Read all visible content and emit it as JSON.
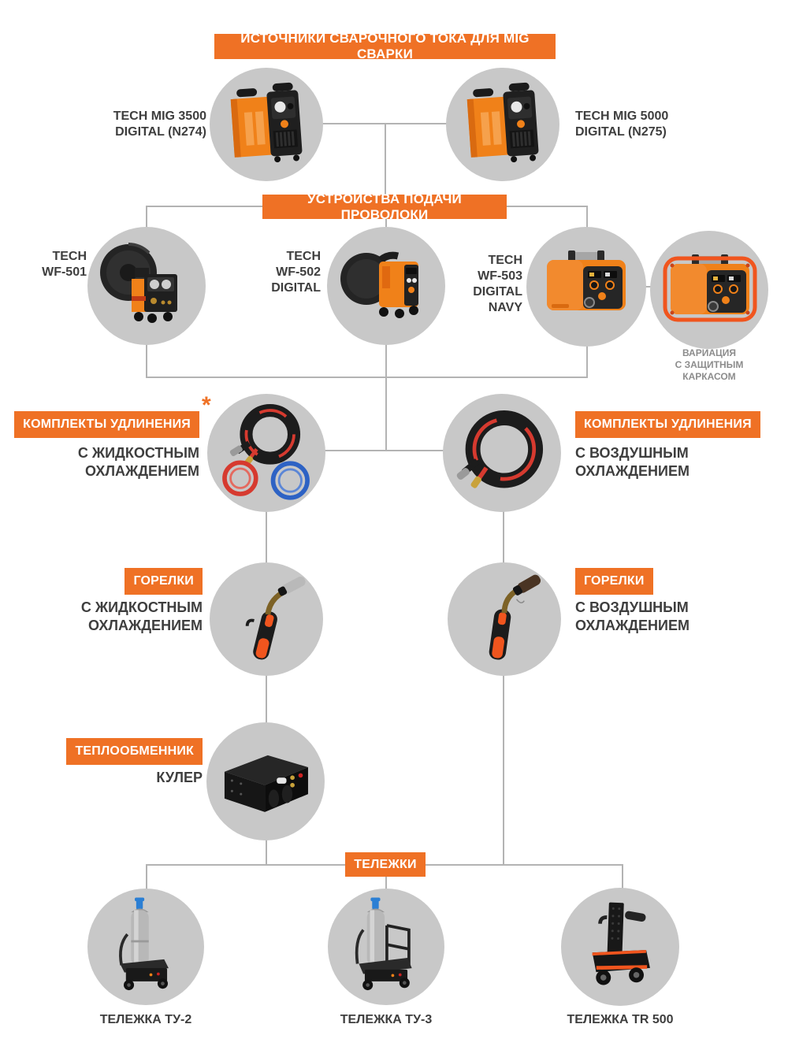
{
  "palette": {
    "orange": "#EF7125",
    "accent_red_orange": "#F0551E",
    "circle_gray": "#C8C8C8",
    "line_gray": "#B3B3B3",
    "text_dark": "#3E3E3E",
    "caption_gray": "#8C8C8C"
  },
  "power_sources": {
    "banner": "ИСТОЧНИКИ СВАРОЧНОГО ТОКА ДЛЯ MIG СВАРКИ",
    "left": {
      "line1": "TECH MIG 3500",
      "line2": "DIGITAL (N274)"
    },
    "right": {
      "line1": "TECH MIG 5000",
      "line2": "DIGITAL (N275)"
    }
  },
  "wire_feeders": {
    "banner": "УСТРОЙСТВА ПОДАЧИ ПРОВОЛОКИ",
    "wf501": {
      "line1": "TECH",
      "line2": "WF-501"
    },
    "wf502": {
      "line1": "TECH",
      "line2": "WF-502",
      "line3": "DIGITAL"
    },
    "wf503": {
      "line1": "TECH",
      "line2": "WF-503",
      "line3": "DIGITAL",
      "line4": "NAVY"
    },
    "variant_caption": {
      "line1": "ВАРИАЦИЯ",
      "line2": "С ЗАЩИТНЫМ",
      "line3": "КАРКАСОМ"
    }
  },
  "extension_kits": {
    "left": {
      "badge": "КОМПЛЕКТЫ УДЛИНЕНИЯ",
      "asterisk": "*",
      "line1": "С ЖИДКОСТНЫМ",
      "line2": "ОХЛАЖДЕНИЕМ"
    },
    "right": {
      "badge": "КОМПЛЕКТЫ УДЛИНЕНИЯ",
      "line1": "С ВОЗДУШНЫМ",
      "line2": "ОХЛАЖДЕНИЕМ"
    }
  },
  "torches": {
    "left": {
      "badge": "ГОРЕЛКИ",
      "line1": "С ЖИДКОСТНЫМ",
      "line2": "ОХЛАЖДЕНИЕМ"
    },
    "right": {
      "badge": "ГОРЕЛКИ",
      "line1": "С ВОЗДУШНЫМ",
      "line2": "ОХЛАЖДЕНИЕМ"
    }
  },
  "heat_exchanger": {
    "badge": "ТЕПЛООБМЕННИК",
    "subtitle": "КУЛЕР"
  },
  "carts": {
    "banner": "ТЕЛЕЖКИ",
    "tu2": "ТЕЛЕЖКА ТУ-2",
    "tu3": "ТЕЛЕЖКА ТУ-3",
    "tr500": "ТЕЛЕЖКА TR 500"
  },
  "images": {
    "power_source": "mig-welding-machine-photo",
    "wire_feeder_spool": "wire-feeder-with-open-spool-photo",
    "wire_feeder_case": "wire-feeder-suitcase-photo",
    "wire_feeder_case_frame": "wire-feeder-suitcase-with-protective-frame-photo",
    "kit_liquid": "extension-hose-kit-liquid-cooled-photo",
    "kit_air": "extension-hose-kit-air-cooled-photo",
    "torch": "mig-torch-photo",
    "cooler": "water-cooler-unit-photo",
    "cart_cylinder": "cart-with-gas-cylinder-photo",
    "cart_rack": "welding-cart-photo"
  }
}
